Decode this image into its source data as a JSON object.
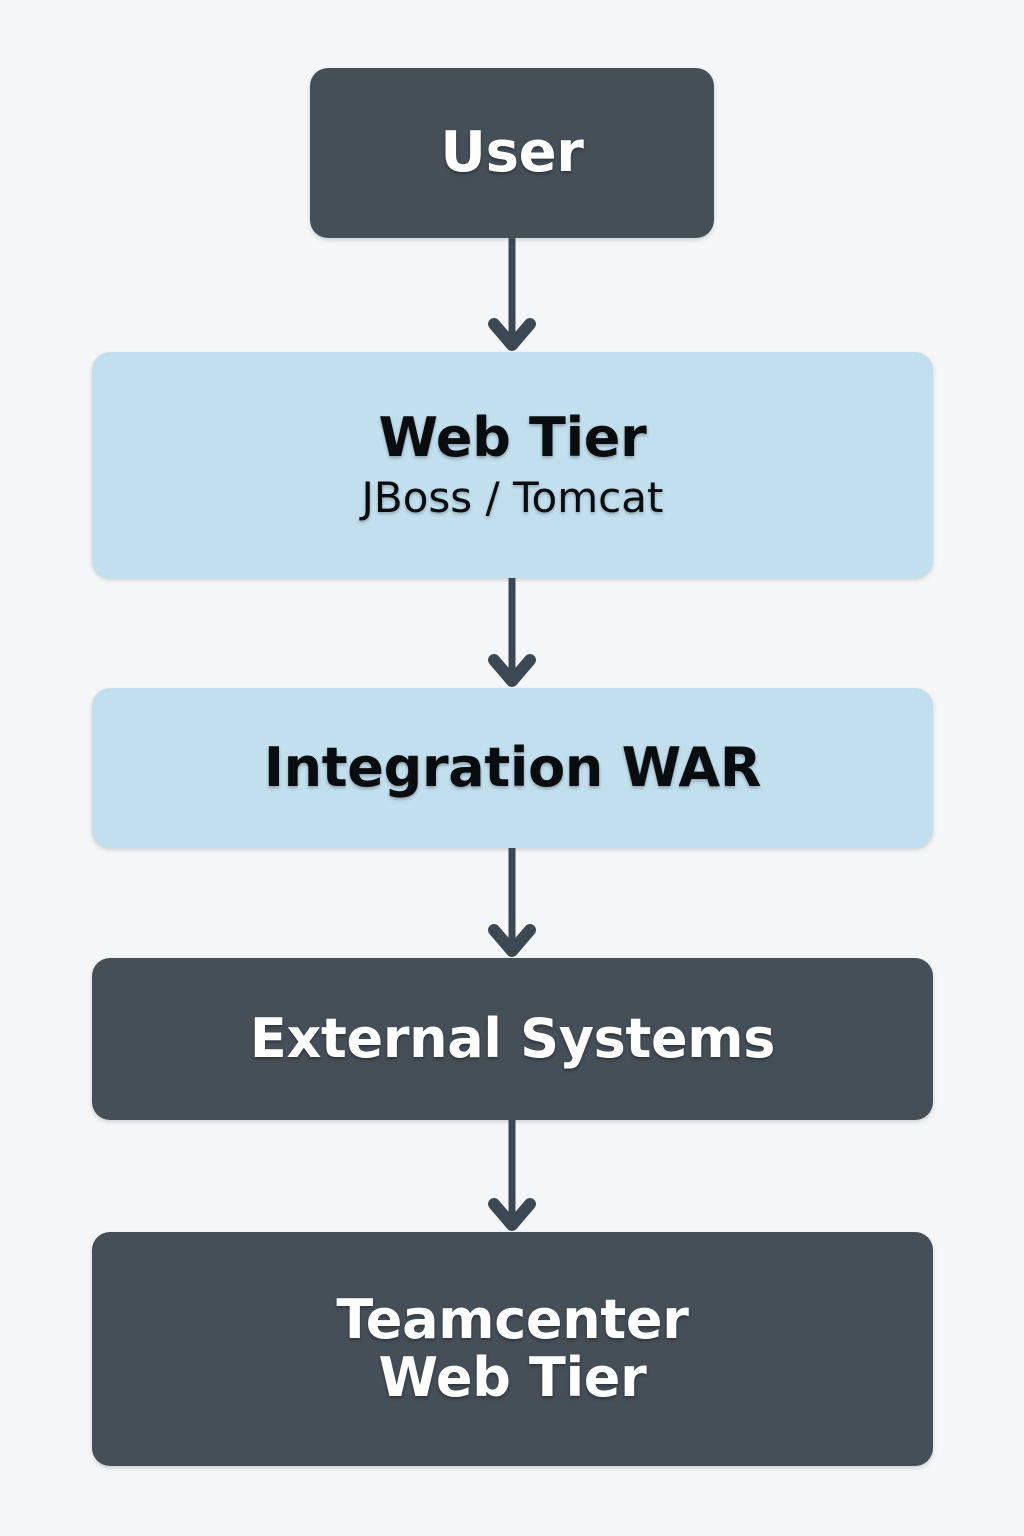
{
  "diagram": {
    "type": "flowchart",
    "orientation": "top-to-bottom",
    "background_color": "#f4f6f7",
    "colors": {
      "dark_node": "#454f58",
      "light_node": "#c2dfee",
      "arrow": "#3c4852",
      "dark_node_text": "#ffffff",
      "light_node_text": "#0a0d10"
    },
    "nodes": [
      {
        "id": "user",
        "title": "User",
        "subtitle": "",
        "style": "dark"
      },
      {
        "id": "web-tier",
        "title": "Web Tier",
        "subtitle": "JBoss / Tomcat",
        "style": "light"
      },
      {
        "id": "integration-war",
        "title": "Integration WAR",
        "subtitle": "",
        "style": "light"
      },
      {
        "id": "external-systems",
        "title": "External Systems",
        "subtitle": "",
        "style": "dark"
      },
      {
        "id": "teamcenter",
        "title": "Teamcenter",
        "title_line2": "Web Tier",
        "subtitle": "",
        "style": "dark"
      }
    ],
    "arrows": [
      {
        "id": "user-to-web-tier",
        "from": "user",
        "to": "web-tier",
        "icon": "arrow-down-icon"
      },
      {
        "id": "web-tier-to-war",
        "from": "web-tier",
        "to": "integration-war",
        "icon": "arrow-down-icon"
      },
      {
        "id": "war-to-external",
        "from": "integration-war",
        "to": "external-systems",
        "icon": "arrow-down-icon"
      },
      {
        "id": "external-to-teamcenter",
        "from": "external-systems",
        "to": "teamcenter",
        "icon": "arrow-down-icon"
      }
    ]
  }
}
